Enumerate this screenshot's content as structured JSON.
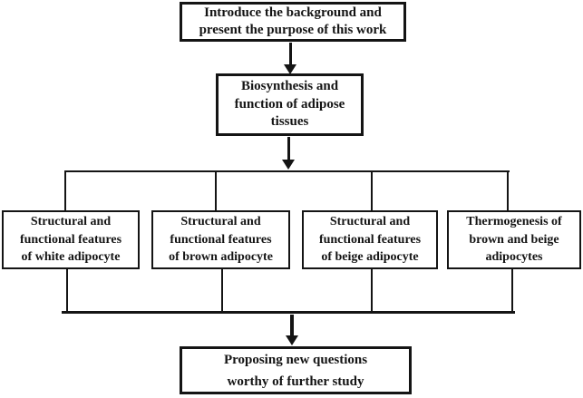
{
  "figure": {
    "background_color": "#ffffff",
    "ink_color": "#141414",
    "nodes": {
      "intro": {
        "label": "Introduce the background and\npresent the purpose of this work"
      },
      "biosynthesis": {
        "label": "Biosynthesis and\nfunction of adipose\ntissues"
      },
      "white": {
        "label": "Structural and\nfunctional features\nof white adipocyte"
      },
      "brown": {
        "label": "Structural and\nfunctional features\nof brown adipocyte"
      },
      "beige": {
        "label": "Structural and\nfunctional features\nof beige adipocyte"
      },
      "thermogenesis": {
        "label": "Thermogenesis of\nbrown and beige\nadipocytes"
      },
      "conclusion": {
        "label": "Proposing new questions\nworthy of further study"
      }
    }
  }
}
